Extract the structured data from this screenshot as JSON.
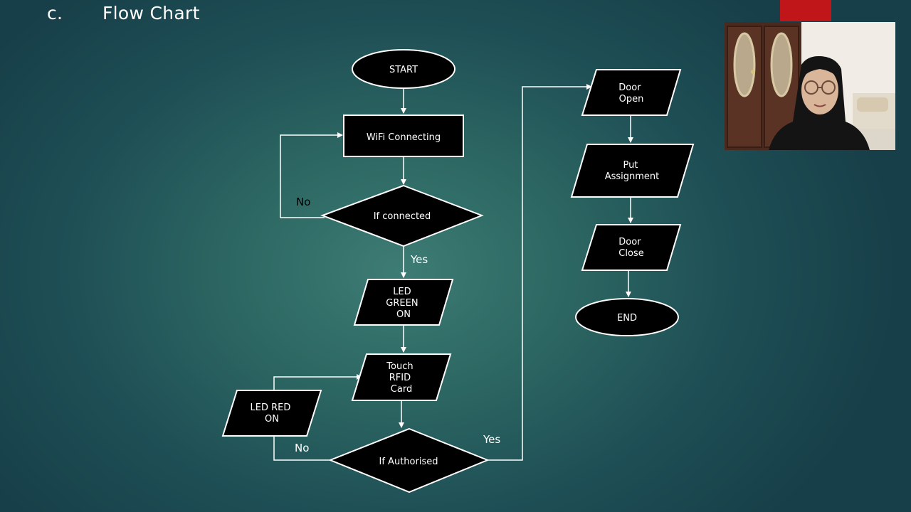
{
  "slide": {
    "section_number": "c.",
    "title": "Flow Chart"
  },
  "colors": {
    "background": "#2c6662",
    "node_fill": "#000000",
    "node_stroke": "#ffffff",
    "connector": "#ffffff",
    "tab": "#c0161a"
  },
  "flowchart": {
    "nodes": {
      "start": {
        "shape": "terminator",
        "lines": [
          "START"
        ]
      },
      "wifi_connecting": {
        "shape": "process",
        "lines": [
          "WiFi Connecting"
        ]
      },
      "if_connected": {
        "shape": "decision",
        "lines": [
          "If connected"
        ]
      },
      "led_green_on": {
        "shape": "input-output",
        "lines": [
          "LED",
          "GREEN",
          "ON"
        ]
      },
      "touch_rfid_card": {
        "shape": "input-output",
        "lines": [
          "Touch",
          "RFID",
          "Card"
        ]
      },
      "led_red_on": {
        "shape": "input-output",
        "lines": [
          "LED RED",
          "ON"
        ]
      },
      "if_authorised": {
        "shape": "decision",
        "lines": [
          "If Authorised"
        ]
      },
      "door_open": {
        "shape": "input-output",
        "lines": [
          "Door",
          "Open"
        ]
      },
      "put_assignment": {
        "shape": "input-output",
        "lines": [
          "Put",
          "Assignment"
        ]
      },
      "door_close": {
        "shape": "input-output",
        "lines": [
          "Door",
          "Close"
        ]
      },
      "end": {
        "shape": "terminator",
        "lines": [
          "END"
        ]
      }
    },
    "edge_labels": {
      "connected_no": "No",
      "connected_yes": "Yes",
      "authorised_no": "No",
      "authorised_yes": "Yes"
    }
  }
}
